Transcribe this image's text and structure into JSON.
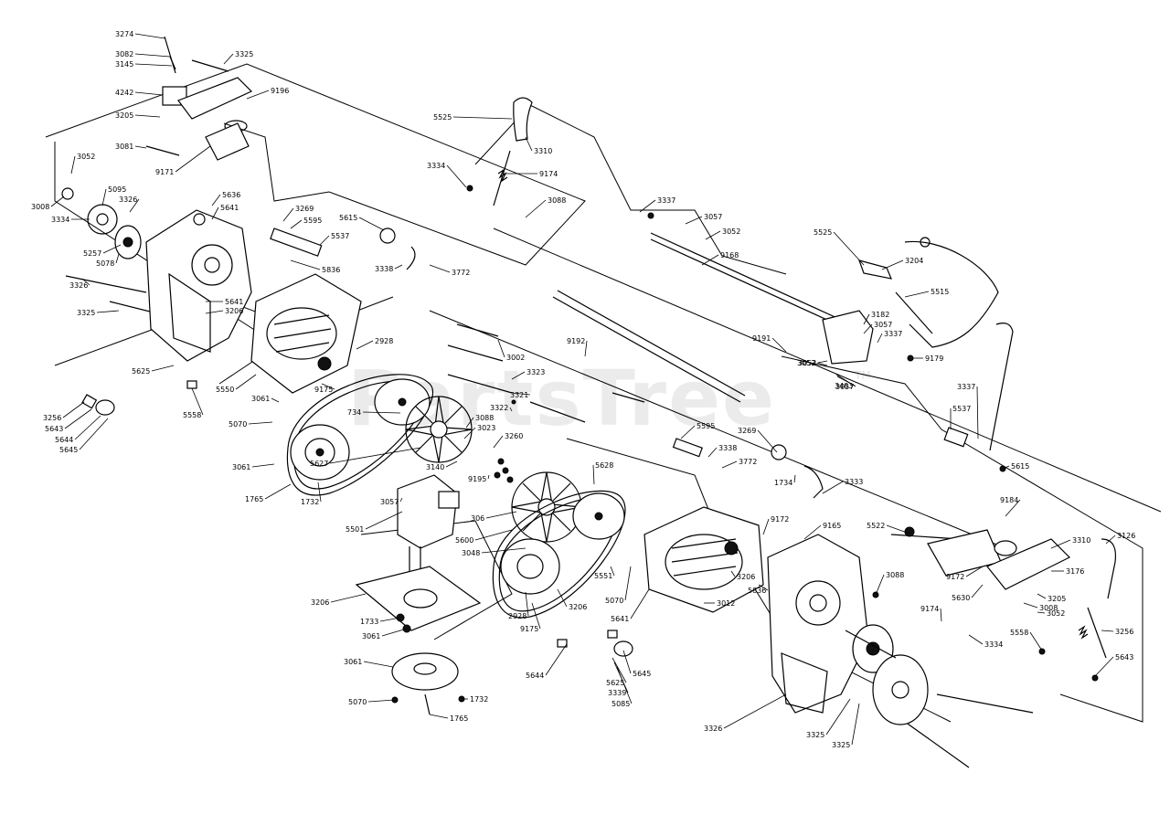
{
  "watermark": {
    "text": "PartsTree",
    "tm": "TM"
  },
  "part_labels": [
    "3274",
    "3082",
    "3145",
    "3325",
    "4242",
    "9196",
    "3205",
    "3081",
    "9171",
    "3052",
    "3008",
    "5095",
    "3326",
    "3334",
    "5257",
    "5078",
    "3326",
    "5636",
    "5641",
    "3269",
    "5595",
    "5615",
    "5537",
    "5836",
    "3338",
    "3772",
    "5525",
    "3310",
    "3334",
    "9174",
    "3088",
    "3337",
    "3057",
    "3052",
    "9168",
    "5525",
    "3204",
    "5515",
    "3325",
    "5641",
    "3206",
    "5625",
    "2928",
    "9175",
    "5550",
    "3061",
    "5558",
    "3256",
    "5643",
    "5644",
    "5645",
    "5070",
    "3061",
    "1765",
    "1732",
    "734",
    "3088",
    "3023",
    "5627",
    "3140",
    "3260",
    "3002",
    "3323",
    "3322",
    "3321",
    "9192",
    "9191",
    "3052",
    "3057",
    "3182",
    "3057",
    "3337",
    "3052",
    "9179",
    "3403",
    "3337",
    "5537",
    "5615",
    "5595",
    "3269",
    "3338",
    "3772",
    "1734",
    "3333",
    "5628",
    "9195",
    "306",
    "5600",
    "3048",
    "5501",
    "3057",
    "3206",
    "1733",
    "3061",
    "3061",
    "5070",
    "1732",
    "1765",
    "2928",
    "9175",
    "5070",
    "5551",
    "3206",
    "5641",
    "3206",
    "5836",
    "3012",
    "9172",
    "9165",
    "5522",
    "9184",
    "3310",
    "3126",
    "9172",
    "3176",
    "3205",
    "5630",
    "3008",
    "3052",
    "3088",
    "9174",
    "3334",
    "5558",
    "3256",
    "5643",
    "5644",
    "5645",
    "5625",
    "3339",
    "5085",
    "3326",
    "3325",
    "3325"
  ]
}
